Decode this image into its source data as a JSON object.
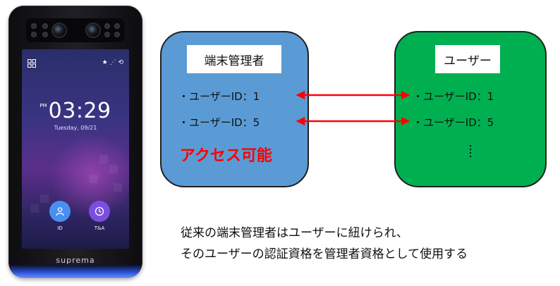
{
  "device": {
    "status_left_icon": "grid-icon",
    "status_right_icons": [
      "star-icon",
      "share-icon",
      "rotate-icon"
    ],
    "clock": {
      "ampm": "PM",
      "time": "03:29",
      "date": "Tuesday, 09/21"
    },
    "apps": [
      {
        "label": "ID",
        "icon": "person-icon",
        "color": "#4a8ef0"
      },
      {
        "label": "T&A",
        "icon": "clock-icon",
        "color": "#7a4fe0"
      }
    ],
    "brand": "suprema"
  },
  "admin_box": {
    "title": "端末管理者",
    "rows": [
      "・ユーザーID：1",
      "・ユーザーID：5"
    ],
    "access_label": "アクセス可能",
    "color": "#5b9bd5"
  },
  "users_box": {
    "title": "ユーザー",
    "rows": [
      "・ユーザーID：1",
      "・ユーザーID：5"
    ],
    "ellipsis": "⋮",
    "color": "#00b050"
  },
  "arrow_color": "#ff0000",
  "caption": {
    "line1": "従来の端末管理者はユーザーに紐けられ、",
    "line2": "そのユーザーの認証資格を管理者資格として使用する"
  }
}
